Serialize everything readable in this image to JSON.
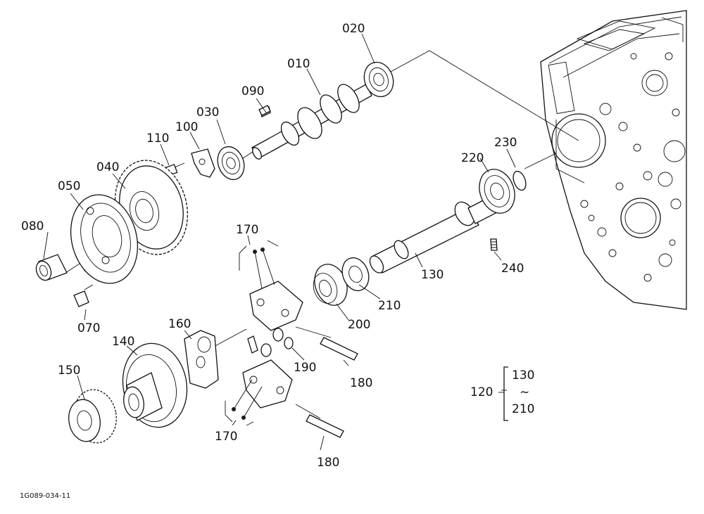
{
  "diagram": {
    "drawing_number": "1G089-034-11",
    "part_labels": {
      "p010": "010",
      "p020": "020",
      "p030": "030",
      "p040": "040",
      "p050": "050",
      "p070": "070",
      "p080": "080",
      "p090": "090",
      "p100": "100",
      "p110": "110",
      "p130": "130",
      "p140": "140",
      "p150": "150",
      "p160": "160",
      "p170a": "170",
      "p170b": "170",
      "p180a": "180",
      "p180b": "180",
      "p190": "190",
      "p200": "200",
      "p210": "210",
      "p220": "220",
      "p230": "230",
      "p240": "240"
    },
    "assembly_legend": {
      "main": "120",
      "from": "130",
      "tilde": "~",
      "to": "210"
    }
  }
}
